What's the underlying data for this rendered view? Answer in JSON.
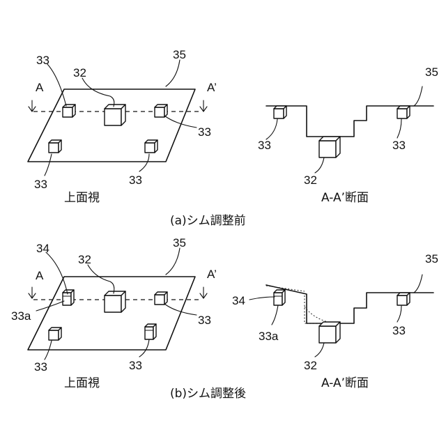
{
  "top": {
    "plan": {
      "label_33": "33",
      "label_32": "32",
      "label_35": "35",
      "label_A": "A",
      "label_A_prime": "A’",
      "view_caption": "上面視"
    },
    "section": {
      "label_35": "35",
      "label_33": "33",
      "label_32": "32",
      "view_caption": "A-A’断面"
    },
    "caption": "(a)シム調整前"
  },
  "bottom": {
    "plan": {
      "label_34": "34",
      "label_32": "32",
      "label_35": "35",
      "label_33a": "33a",
      "label_33": "33",
      "label_A": "A",
      "label_A_prime": "A’",
      "view_caption": "上面視"
    },
    "section": {
      "label_35": "35",
      "label_34": "34",
      "label_33a": "33a",
      "label_33": "33",
      "label_32": "32",
      "view_caption": "A-A’断面"
    },
    "caption": "(b)シム調整後"
  }
}
